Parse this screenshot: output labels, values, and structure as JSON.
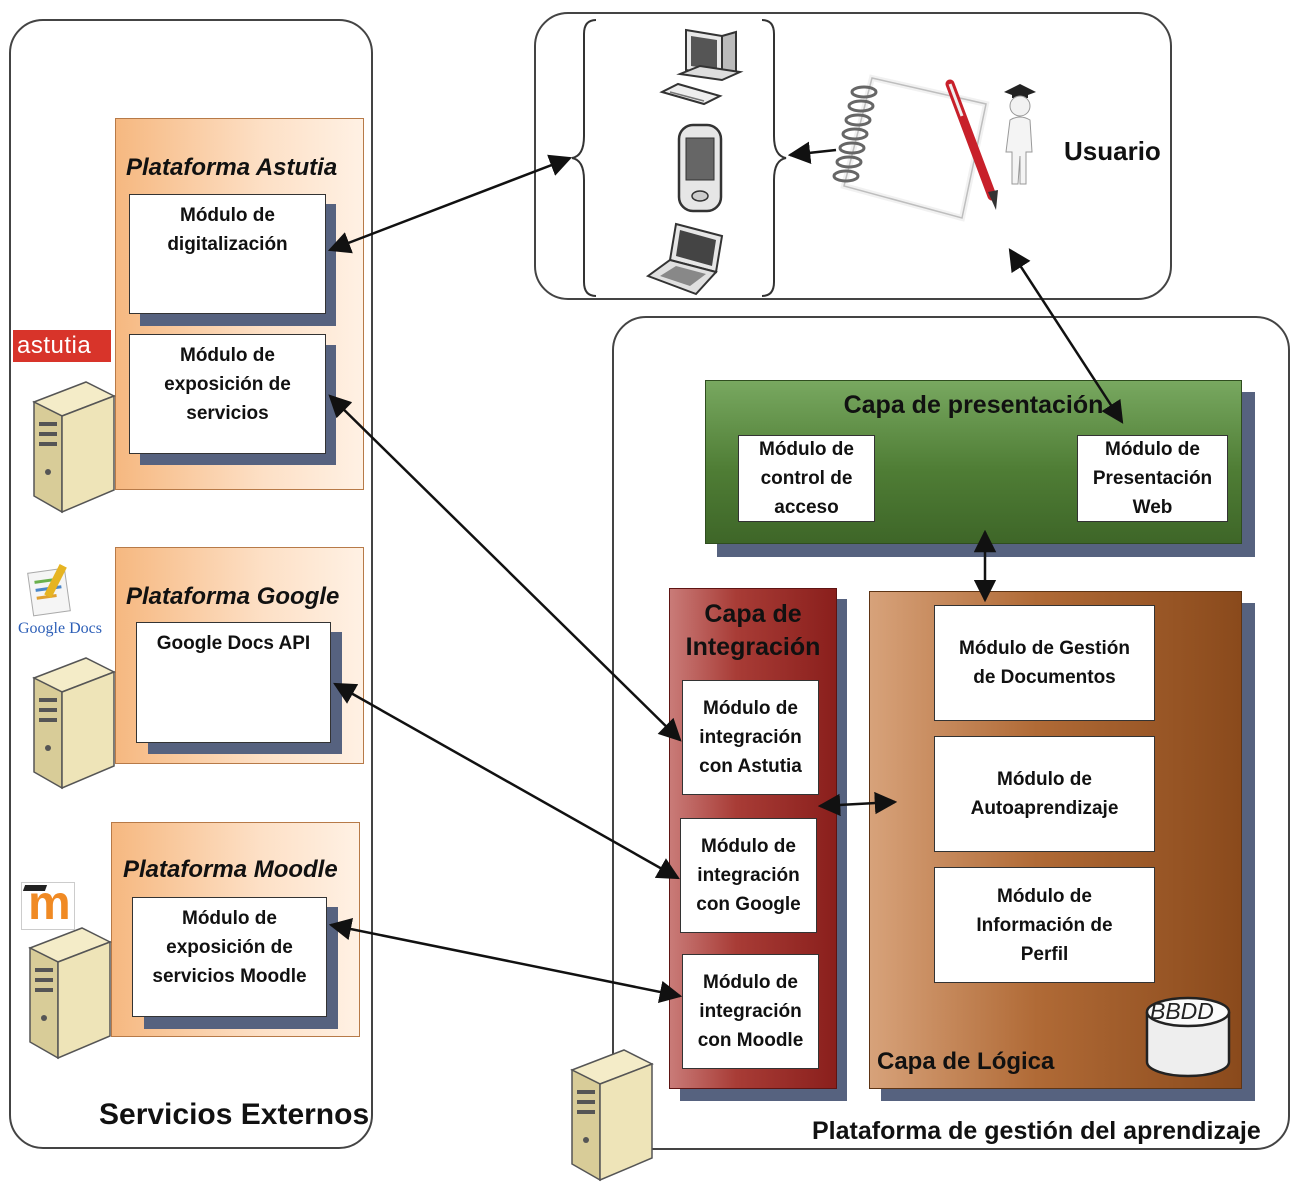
{
  "external": {
    "label": "Servicios Externos",
    "astutia": {
      "title": "Plataforma Astutia",
      "logo_text": "astutia",
      "modules": [
        "Módulo de\ndigitalización",
        "Módulo de\nexposición de\nservicios"
      ]
    },
    "google": {
      "title": "Plataforma Google",
      "logo_text": "Google Docs",
      "module": "Google Docs API"
    },
    "moodle": {
      "title": "Plataforma Moodle",
      "logo_text": "m",
      "module": "Módulo de\nexposición de\nservicios Moodle"
    }
  },
  "user": {
    "label": "Usuario"
  },
  "lms": {
    "label": "Plataforma de gestión del aprendizaje",
    "presentation": {
      "title": "Capa de presentación",
      "modules": [
        "Módulo de\ncontrol de\nacceso",
        "Módulo de\nPresentación\nWeb"
      ]
    },
    "integration": {
      "title": "Capa de\nIntegración",
      "modules": [
        "Módulo de\nintegración\ncon Astutia",
        "Módulo de\nintegración\ncon Google",
        "Módulo de\nintegración\ncon Moodle"
      ]
    },
    "logic": {
      "title": "Capa de Lógica",
      "modules": [
        "Módulo de Gestión\nde Documentos",
        "Módulo de\nAutoaprendizaje",
        "Módulo de\nInformación de\nPerfil"
      ],
      "db": "BBDD"
    }
  },
  "colors": {
    "platform": "#f6b880",
    "presentation": "#4f7d35",
    "integration": "#a83c36",
    "logic": "#b06a36",
    "shadow": "#56627f"
  }
}
